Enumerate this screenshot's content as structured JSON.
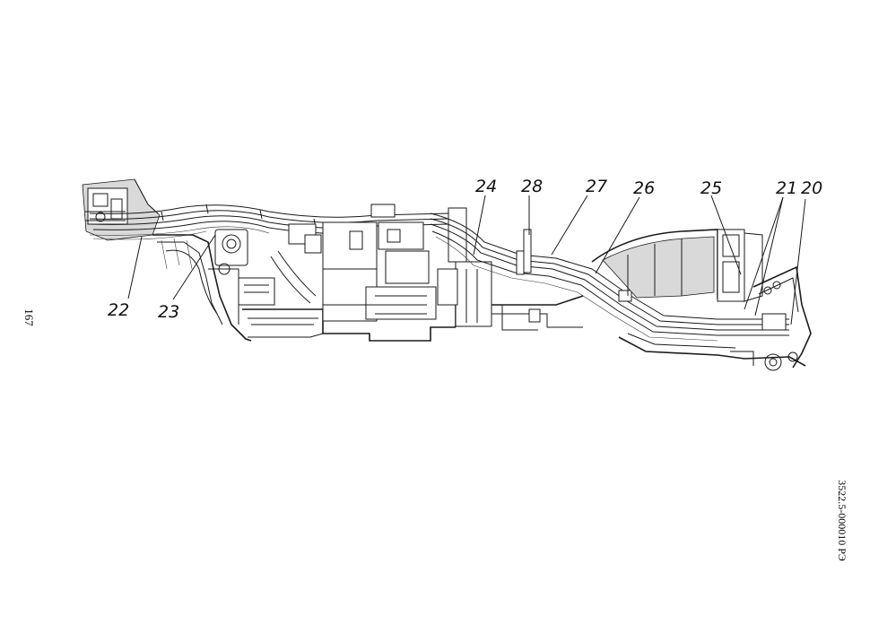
{
  "page": {
    "page_number": "167",
    "document_code": "3522.5-000010 РЭ"
  },
  "callouts": [
    {
      "id": "22",
      "label": "22"
    },
    {
      "id": "23",
      "label": "23"
    },
    {
      "id": "24",
      "label": "24"
    },
    {
      "id": "28",
      "label": "28"
    },
    {
      "id": "27",
      "label": "27"
    },
    {
      "id": "26",
      "label": "26"
    },
    {
      "id": "25",
      "label": "25"
    },
    {
      "id": "21",
      "label": "21"
    },
    {
      "id": "20",
      "label": "20"
    }
  ]
}
